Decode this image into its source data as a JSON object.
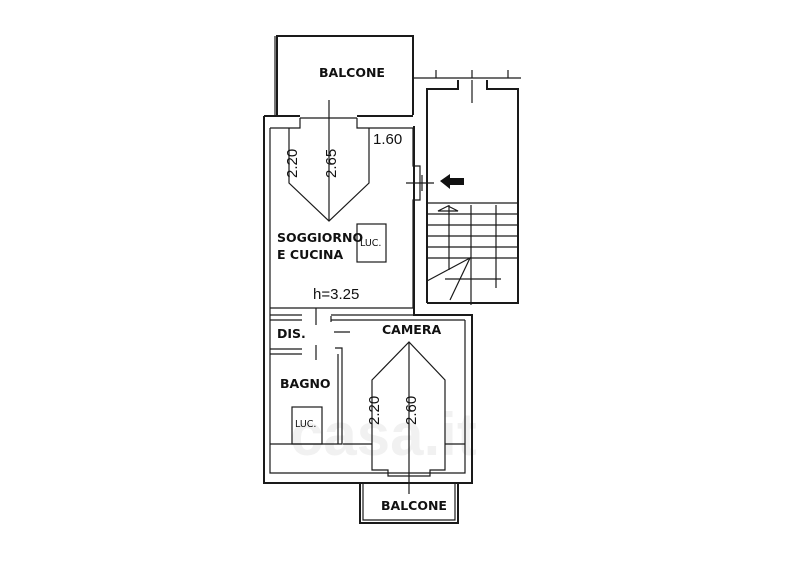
{
  "plan": {
    "rooms": {
      "balcone_top": "BALCONE",
      "soggiorno_line1": "SOGGIORNO",
      "soggiorno_line2": "E CUCINA",
      "dis": "DIS.",
      "camera": "CAMERA",
      "bagno": "BAGNO",
      "balcone_bottom": "BALCONE"
    },
    "fixtures": {
      "luc_soggiorno": "LUC.",
      "luc_bagno": "LUC."
    },
    "dimensions": {
      "soggiorno_low": "2.20",
      "soggiorno_high": "2.65",
      "entry_width": "1.60",
      "ceiling_height": "h=3.25",
      "camera_low": "2.20",
      "camera_high": "2.60"
    },
    "watermark": "casa.it"
  }
}
